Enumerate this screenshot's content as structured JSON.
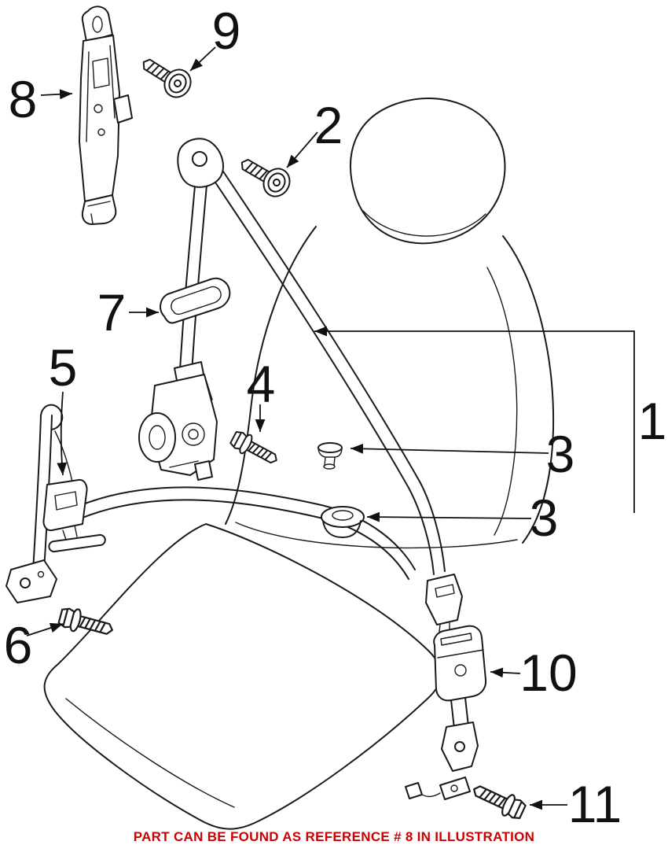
{
  "page": {
    "background": "#ffffff",
    "line_color": "#1a1a1a",
    "label_color": "#111111"
  },
  "caption": {
    "text": "PART CAN BE FOUND AS REFERENCE # 8 IN ILLUSTRATION",
    "color": "#cc0000"
  },
  "callouts": [
    {
      "label": "1"
    },
    {
      "label": "2"
    },
    {
      "label": "3"
    },
    {
      "label": "3"
    },
    {
      "label": "4"
    },
    {
      "label": "5"
    },
    {
      "label": "6"
    },
    {
      "label": "7"
    },
    {
      "label": "8"
    },
    {
      "label": "9"
    },
    {
      "label": "10"
    },
    {
      "label": "11"
    }
  ]
}
